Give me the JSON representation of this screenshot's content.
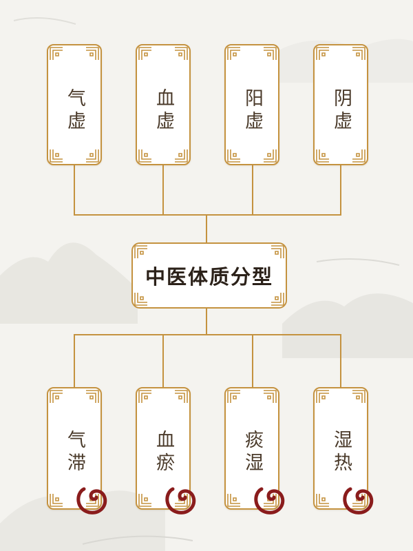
{
  "title": "中医体质分型",
  "top_types": [
    {
      "label": "气虚"
    },
    {
      "label": "血虚"
    },
    {
      "label": "阳虚"
    },
    {
      "label": "阴虚"
    }
  ],
  "bottom_types": [
    {
      "label": "气滞"
    },
    {
      "label": "血瘀"
    },
    {
      "label": "痰湿"
    },
    {
      "label": "湿热"
    }
  ],
  "colors": {
    "frame": "#c4923f",
    "connector": "#c4923f",
    "text": "#4a3a2a",
    "swirl": "#8a1c1c",
    "background": "#f4f3ef"
  }
}
